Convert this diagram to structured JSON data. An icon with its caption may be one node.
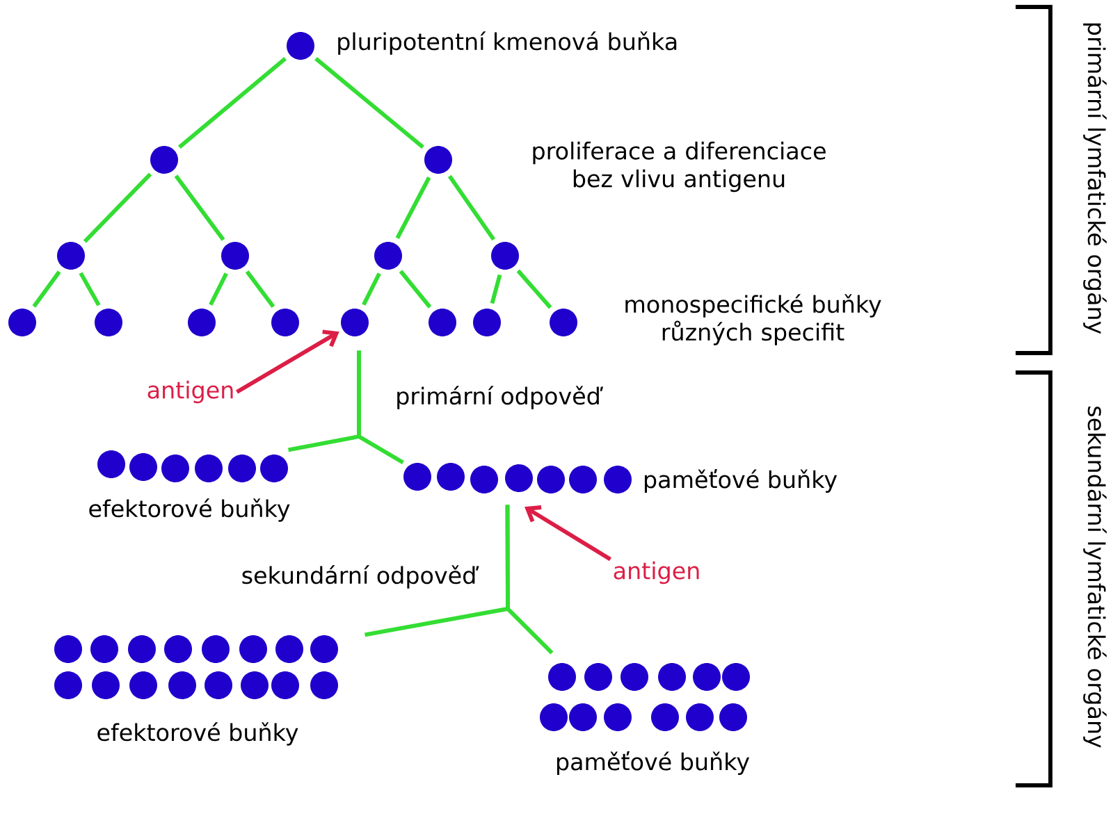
{
  "diagram": {
    "nodes": [
      {
        "text": [],
        "shape": "circle",
        "beside": [
          "pluripotentní kmenová buňka"
        ]
      },
      {
        "text": [],
        "shape": "circle"
      },
      {
        "text": [],
        "shape": "circle"
      },
      {
        "text": [],
        "shape": "circle"
      },
      {
        "text": [],
        "shape": "circle"
      },
      {
        "text": [],
        "shape": "circle"
      },
      {
        "text": [],
        "shape": "circle"
      },
      {
        "text": [],
        "shape": "circle"
      },
      {
        "text": [],
        "shape": "circle"
      },
      {
        "text": [],
        "shape": "circle"
      },
      {
        "text": [],
        "shape": "circle"
      },
      {
        "text": [],
        "shape": "circle"
      },
      {
        "text": [],
        "shape": "circle"
      },
      {
        "text": [],
        "shape": "circle"
      },
      {
        "text": [],
        "shape": "circle"
      },
      {
        "text": [
          "antigen"
        ]
      },
      {
        "text": [],
        "shape": "picture",
        "beside": [
          "efektorové buňky"
        ]
      },
      {
        "text": [],
        "shape": "picture",
        "beside": [
          "paměťové buňky"
        ]
      },
      {
        "text": [
          "antigen"
        ]
      },
      {
        "text": [],
        "shape": "picture",
        "beside": [
          "efektorové buňky"
        ]
      },
      {
        "text": [],
        "shape": "picture",
        "beside": [
          "paměťové buňky"
        ]
      }
    ],
    "edges": [
      {
        "from": 0,
        "to": 1,
        "arrow": "none"
      },
      {
        "from": 0,
        "to": 2,
        "arrow": "none"
      },
      {
        "from": 1,
        "to": 3,
        "arrow": "none"
      },
      {
        "from": 1,
        "to": 4,
        "arrow": "none"
      },
      {
        "from": 2,
        "to": 5,
        "arrow": "none"
      },
      {
        "from": 2,
        "to": 6,
        "arrow": "none"
      },
      {
        "from": 3,
        "to": 7,
        "arrow": "none"
      },
      {
        "from": 3,
        "to": 8,
        "arrow": "none"
      },
      {
        "from": 4,
        "to": 9,
        "arrow": "none"
      },
      {
        "from": 4,
        "to": 10,
        "arrow": "none"
      },
      {
        "from": 5,
        "to": 11,
        "arrow": "none"
      },
      {
        "from": 5,
        "to": 12,
        "arrow": "none"
      },
      {
        "from": 6,
        "to": 13,
        "arrow": "none"
      },
      {
        "from": 6,
        "to": 14,
        "arrow": "none"
      },
      {
        "from": 15,
        "to": 11,
        "arrow": "to",
        "color": "#dc1e46"
      },
      {
        "from": 11,
        "to": 16,
        "arrow": "none"
      },
      {
        "from": 11,
        "to": 17,
        "arrow": "none"
      },
      {
        "from": 18,
        "to": 17,
        "arrow": "to",
        "color": "#dc1e46"
      },
      {
        "from": 17,
        "to": 19,
        "arrow": "none"
      },
      {
        "from": 17,
        "to": 20,
        "arrow": "none"
      }
    ],
    "labels": [
      "proliferace a diferenciace bez vlivu antigenu",
      "monospecifické buňky různých specifit",
      "primární odpověď",
      "sekundární odpověď",
      "primární lymfatické orgány",
      "sekundární lymfatické orgány"
    ]
  }
}
